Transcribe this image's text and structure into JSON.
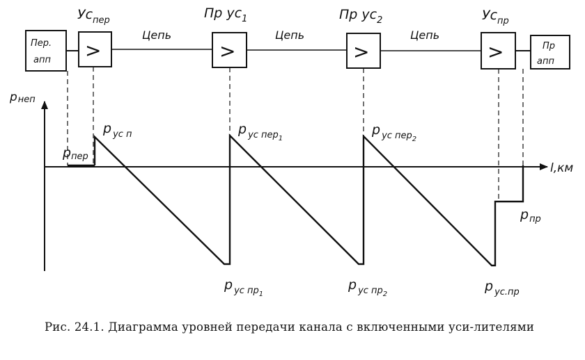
{
  "blocks": {
    "tx_equipment": [
      "Пер.",
      "апп"
    ],
    "rx_equipment": [
      "Пр",
      "апп"
    ],
    "amp_symbol": ">",
    "amp_tx": {
      "main": "Ус",
      "sub": "пер"
    },
    "amp_int1": {
      "main": "Пр ус",
      "sub": "1"
    },
    "amp_int2": {
      "main": "Пр ус",
      "sub": "2"
    },
    "amp_rx": {
      "main": "Ус",
      "sub": "пр"
    }
  },
  "line_labels": [
    "Цепь",
    "Цепь",
    "Цепь"
  ],
  "axes": {
    "y_label": {
      "main": "p",
      "sub": "неп"
    },
    "x_label": "l,км"
  },
  "levels": {
    "p_tx": {
      "main": "p",
      "sub": "пер"
    },
    "p_amp_tx": {
      "main": "p",
      "sub": "ус п"
    },
    "p_int1_tx": {
      "main": "p",
      "sub": "ус пер",
      "sub2": "1"
    },
    "p_int2_tx": {
      "main": "p",
      "sub": "ус пер",
      "sub2": "2"
    },
    "p_int1_rx": {
      "main": "p",
      "sub": "ус пр",
      "sub2": "1"
    },
    "p_int2_rx": {
      "main": "p",
      "sub": "ус пр",
      "sub2": "2"
    },
    "p_amp_rx": {
      "main": "p",
      "sub": "ус.пр"
    },
    "p_rx": {
      "main": "p",
      "sub": "пр"
    }
  },
  "caption": "Рис. 24.1. Диаграмма уровней передачи канала с включенными уси-лителями"
}
